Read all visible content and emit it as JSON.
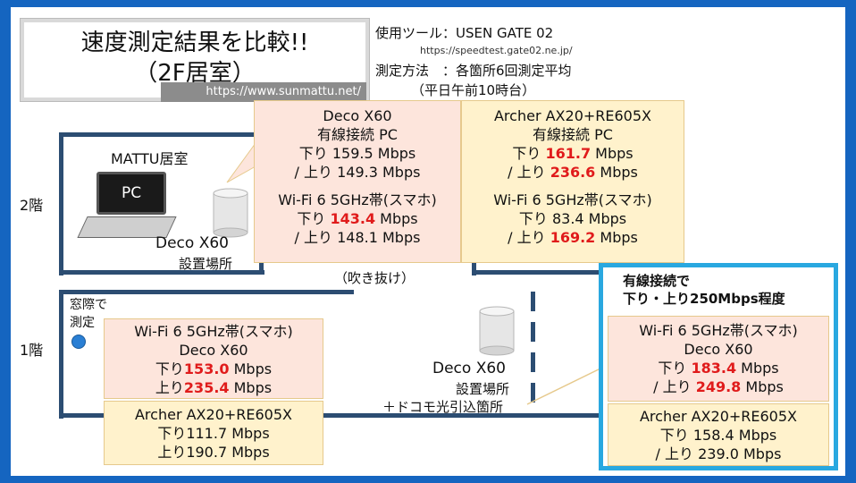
{
  "title": {
    "line1": "速度測定結果を比較!!",
    "line2": "（2F居室）",
    "url": "https://www.sunmattu.net/"
  },
  "meta": {
    "tool": "使用ツール：USEN GATE 02",
    "tool_url": "https://speedtest.gate02.ne.jp/",
    "method": "測定方法　：各箇所6回測定平均",
    "method_note": "（平日午前10時台）"
  },
  "floors": {
    "second": "2階",
    "first": "1階"
  },
  "room_2f": {
    "label": "MATTU居室",
    "pc_label": "PC",
    "deco_label": "Deco X60",
    "deco_sub": "設置場所"
  },
  "atrium_label": "（吹き抜け）",
  "window_label": {
    "line1": "窓際で",
    "line2": "測定"
  },
  "deco_1f": {
    "label": "Deco X60",
    "sub1": "設置場所",
    "sub2": "＋ドコモ光引込箇所"
  },
  "callout_deco_2f": {
    "title": "Deco X60",
    "wired": "有線接続 PC",
    "wired_down_prefix": "下り ",
    "wired_down": "159.5 Mbps",
    "wired_up_prefix": "/ 上り ",
    "wired_up": "149.3 Mbps",
    "wifi": "Wi-Fi 6 5GHz帯(スマホ)",
    "wifi_down_prefix": "下り ",
    "wifi_down": "143.4",
    "wifi_down_unit": " Mbps",
    "wifi_up_prefix": "/ 上り ",
    "wifi_up": "148.1 Mbps"
  },
  "callout_archer_2f": {
    "title": "Archer AX20+RE605X",
    "wired": "有線接続 PC",
    "wired_down_prefix": "下り ",
    "wired_down": "161.7",
    "wired_down_unit": " Mbps",
    "wired_up_prefix": "/ 上り ",
    "wired_up": "236.6",
    "wired_up_unit": " Mbps",
    "wifi": "Wi-Fi 6 5GHz帯(スマホ)",
    "wifi_down_prefix": "下り ",
    "wifi_down": "83.4 Mbps",
    "wifi_up_prefix": "/ 上り ",
    "wifi_up": "169.2",
    "wifi_up_unit": " Mbps"
  },
  "callout_deco_1f_window": {
    "line1": "Wi-Fi 6 5GHz帯(スマホ)",
    "line2": "Deco X60",
    "down_prefix": "下り",
    "down": "153.0",
    "down_unit": " Mbps",
    "up_prefix": "上り",
    "up": "235.4",
    "up_unit": " Mbps"
  },
  "callout_archer_1f_window": {
    "title": "Archer AX20+RE605X",
    "down": "下り111.7 Mbps",
    "up": "上り190.7 Mbps"
  },
  "highlight": {
    "heading1": "有線接続で",
    "heading2": "下り・上り250Mbps程度",
    "deco_line1": "Wi-Fi 6 5GHz帯(スマホ)",
    "deco_line2": "Deco X60",
    "deco_down_prefix": "下り ",
    "deco_down": "183.4",
    "deco_down_unit": " Mbps",
    "deco_up_prefix": "/ 上り ",
    "deco_up": "249.8",
    "deco_up_unit": " Mbps",
    "archer_title": "Archer AX20+RE605X",
    "archer_down": "下り 158.4 Mbps",
    "archer_up": "/ 上り 239.0 Mbps"
  },
  "colors": {
    "frame": "#1565c0",
    "wall": "#2c4d72",
    "highlight_border": "#29a8e0",
    "accent_red": "#e01b1b"
  }
}
